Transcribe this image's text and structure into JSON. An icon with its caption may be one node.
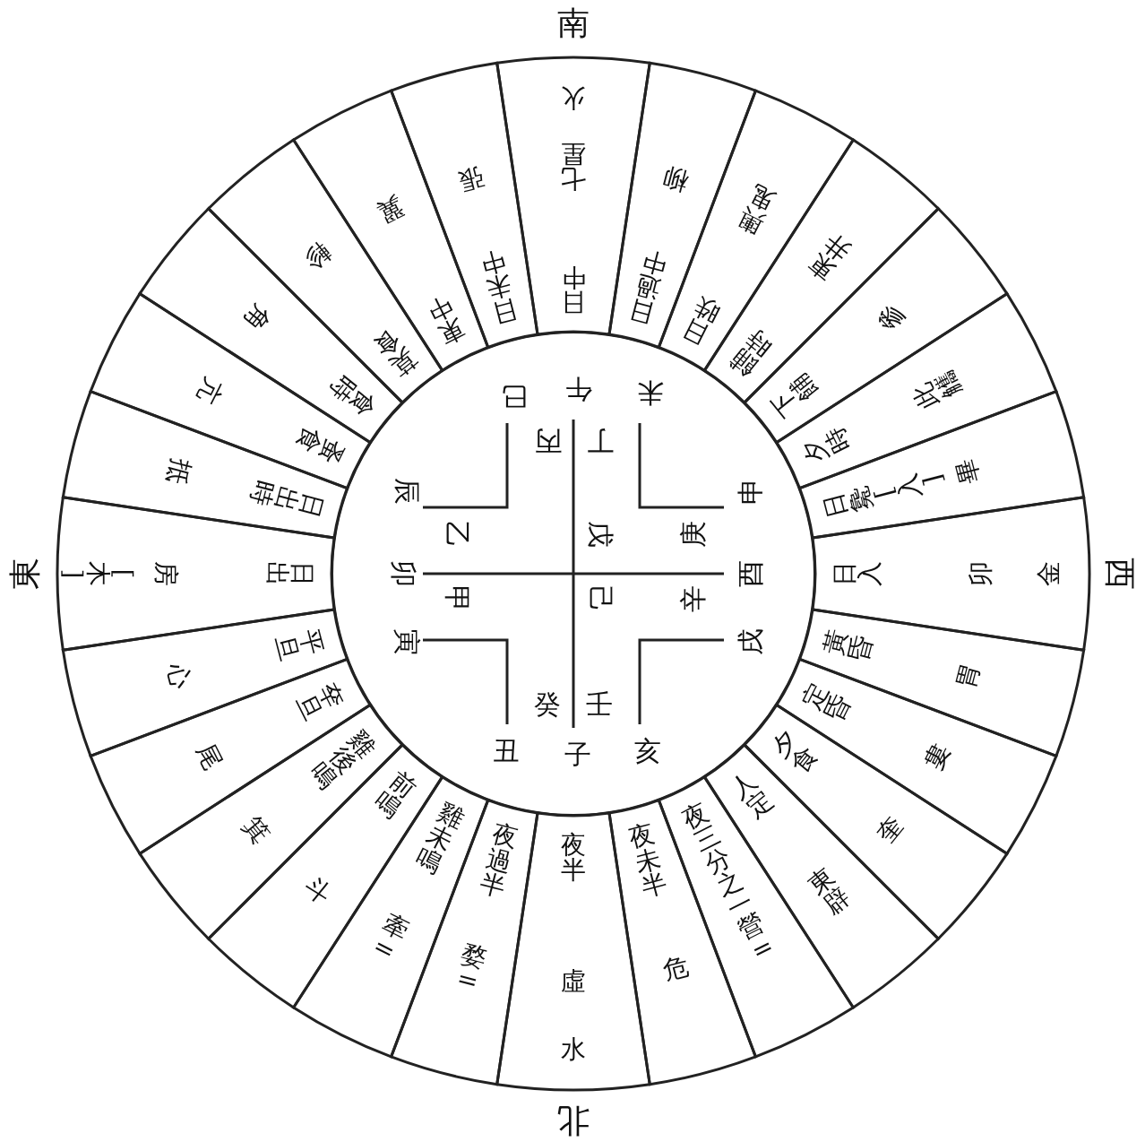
{
  "diagram": {
    "nodes": [
      {
        "text": [
          "巳",
          "午",
          "未",
          "丙",
          "丁",
          "辰",
          "申",
          "乙",
          "戊",
          "庚",
          "卯",
          "酉",
          "甲",
          "己",
          "辛",
          "寅",
          "戌",
          "癸",
          "壬",
          "丑",
          "子",
          "亥"
        ]
      },
      {
        "text": [
          "日中",
          "七星",
          "火"
        ]
      },
      {
        "text": [
          "日過中",
          "柳"
        ]
      },
      {
        "text": [
          "日昳",
          "輿鬼"
        ]
      },
      {
        "text": [
          "餔時",
          "東井"
        ]
      },
      {
        "text": [
          "下餔",
          "參"
        ]
      },
      {
        "text": [
          "夕時",
          "此觿"
        ]
      },
      {
        "text": [
          "日毚[入]",
          "畢"
        ]
      },
      {
        "text": [
          "日入",
          "卯",
          "金"
        ]
      },
      {
        "text": [
          "黃昏",
          "胃"
        ]
      },
      {
        "text": [
          "定昏",
          "婁"
        ]
      },
      {
        "text": [
          "夕食",
          "奎"
        ]
      },
      {
        "text": [
          "人定",
          "東辟"
        ]
      },
      {
        "text": [
          "夜三分之一",
          "營="
        ]
      },
      {
        "text": [
          "夜未半",
          "危"
        ]
      },
      {
        "text": [
          "夜半",
          "虛",
          "水"
        ]
      },
      {
        "text": [
          "夜過半",
          "婺="
        ]
      },
      {
        "text": [
          "雞未鳴",
          "牽="
        ]
      },
      {
        "text": [
          "前鳴",
          "斗"
        ]
      },
      {
        "text": [
          "雞後鳴",
          "箕"
        ]
      },
      {
        "text": [
          "㚔旦",
          "尾"
        ]
      },
      {
        "text": [
          "平旦",
          "心"
        ]
      },
      {
        "text": [
          "日出",
          "房",
          "[木]"
        ]
      },
      {
        "text": [
          "日出時",
          "抵"
        ]
      },
      {
        "text": [
          "蚤食",
          "亢"
        ]
      },
      {
        "text": [
          "食時",
          "角"
        ]
      },
      {
        "text": [
          "莫食",
          "軫"
        ]
      },
      {
        "text": [
          "東中",
          "翼"
        ]
      },
      {
        "text": [
          "日未中",
          "張"
        ]
      }
    ],
    "edges": [],
    "labels": [
      "南",
      "東",
      "西",
      "北"
    ]
  }
}
